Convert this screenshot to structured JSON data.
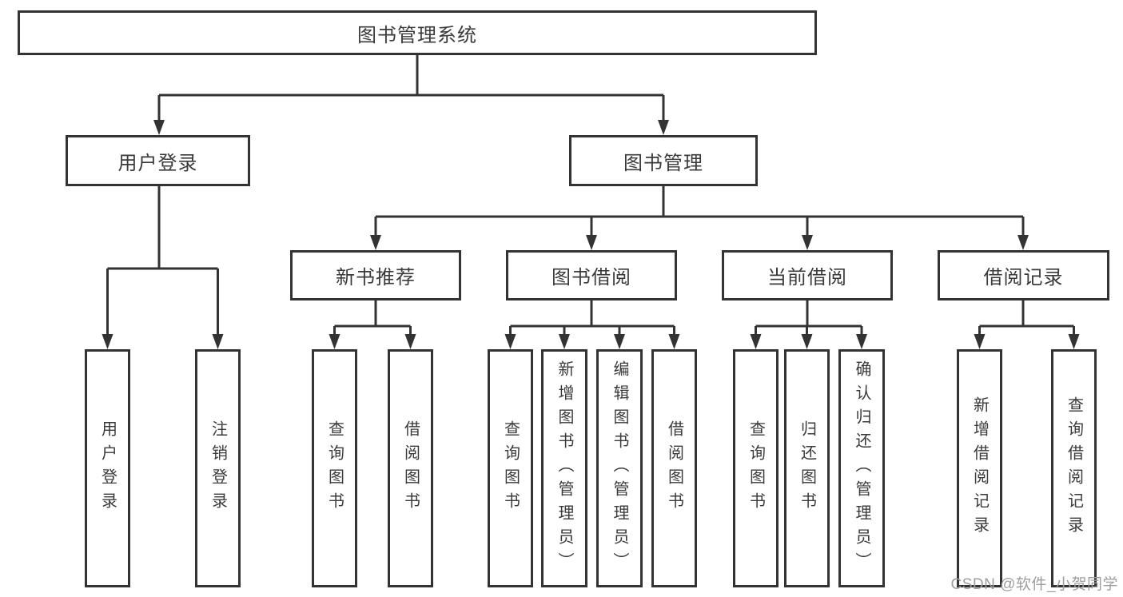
{
  "diagram": {
    "root": {
      "label": "图书管理系统"
    },
    "level2": [
      {
        "label": "用户登录"
      },
      {
        "label": "图书管理"
      }
    ],
    "level3": [
      {
        "label": "新书推荐"
      },
      {
        "label": "图书借阅"
      },
      {
        "label": "当前借阅"
      },
      {
        "label": "借阅记录"
      }
    ],
    "leaves": [
      {
        "label": "用户登录"
      },
      {
        "label": "注销登录"
      },
      {
        "label": "查询图书"
      },
      {
        "label": "借阅图书"
      },
      {
        "label": "查询图书"
      },
      {
        "label": "新增图书（管理员）"
      },
      {
        "label": "编辑图书（管理员）"
      },
      {
        "label": "借阅图书"
      },
      {
        "label": "查询图书"
      },
      {
        "label": "归还图书"
      },
      {
        "label": "确认归还（管理员）"
      },
      {
        "label": "新增借阅记录"
      },
      {
        "label": "查询借阅记录"
      }
    ],
    "watermark": {
      "label": "CSDN @软件_小贺同学"
    }
  },
  "colors": {
    "line": "#333333",
    "text": "#3a3a3a",
    "watermark": "#9e9e9e",
    "background": "#ffffff"
  }
}
